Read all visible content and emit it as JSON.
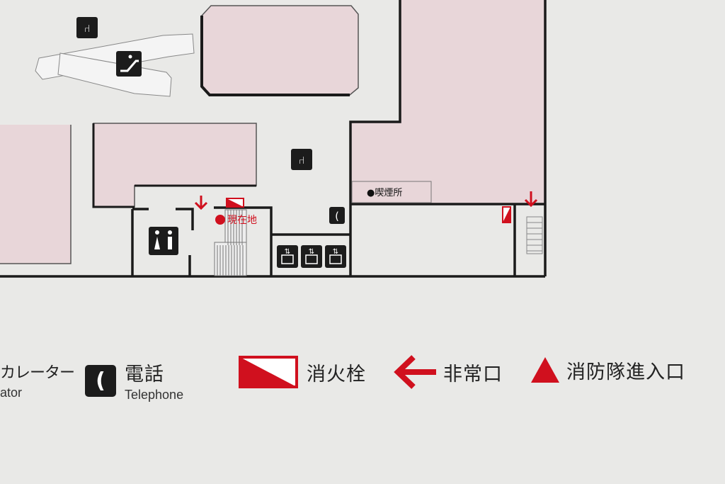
{
  "map": {
    "current_location_label": "現在地",
    "smoking_area_label": "●喫煙所",
    "icons": [
      "restroom-icon",
      "escalator-icon",
      "waiting-area-icon",
      "telephone-icon",
      "elevator-icon",
      "fire-hydrant-icon",
      "emergency-exit-arrow-icon"
    ]
  },
  "legend": {
    "escalator_jp": "カレーター",
    "escalator_en": "ator",
    "telephone_jp": "電話",
    "telephone_en": "Telephone",
    "hydrant_jp": "消火栓",
    "exit_jp": "非常口",
    "fire_entry_jp": "消防隊進入口"
  },
  "colors": {
    "room": "#e8d6d9",
    "wall": "#1a1a1a",
    "accent": "#d0101e",
    "background": "#e9e9e7"
  }
}
